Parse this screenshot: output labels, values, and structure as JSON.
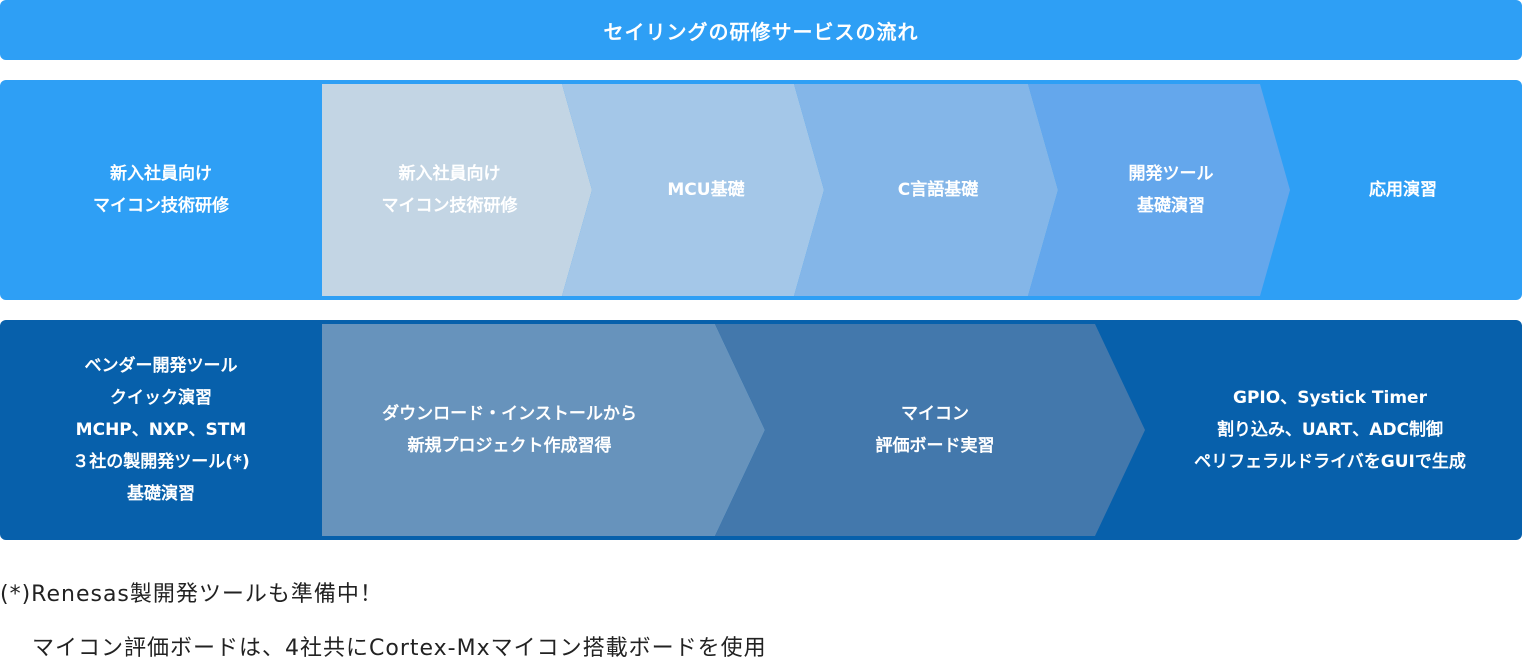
{
  "header": {
    "title": "セイリングの研修サービスの流れ"
  },
  "row1": {
    "intro": [
      "新入社員向け",
      "マイコン技術研修"
    ],
    "steps": [
      {
        "lines": [
          "新入社員向け",
          "マイコン技術研修"
        ],
        "color": "#c3d5e4"
      },
      {
        "lines": [
          "MCU基礎"
        ],
        "color": "#a4c7e8"
      },
      {
        "lines": [
          "C言語基礎"
        ],
        "color": "#84b6e8"
      },
      {
        "lines": [
          "開発ツール",
          "基礎演習"
        ],
        "color": "#64a7ec"
      },
      {
        "lines": [
          "応用演習"
        ],
        "color": "#2e9ff5"
      }
    ]
  },
  "row2": {
    "intro": [
      "ベンダー開発ツール",
      "クイック演習",
      "MCHP、NXP、STM",
      "３社の製開発ツール(*)",
      "基礎演習"
    ],
    "steps": [
      {
        "lines": [
          "ダウンロード・インストールから",
          "新規プロジェクト作成習得"
        ],
        "color": "#6793bc"
      },
      {
        "lines": [
          "マイコン",
          "評価ボード実習"
        ],
        "color": "#4378ac"
      },
      {
        "lines": [
          "GPIO、Systick Timer",
          "割り込み、UART、ADC制御",
          "ペリフェラルドライバをGUIで生成"
        ],
        "color": "#0760ab"
      }
    ]
  },
  "footnotes": {
    "line1": "(*)Renesas製開発ツールも準備中！",
    "line2": "マイコン評価ボードは、4社共にCortex-Mxマイコン搭載ボードを使用"
  }
}
